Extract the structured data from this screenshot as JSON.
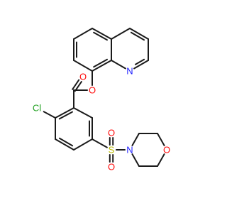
{
  "molecule": {
    "colors": {
      "bond": "#1a1a1a",
      "oxygen": "#ff0d0d",
      "nitrogen": "#2020ff",
      "sulfur": "#b8b800",
      "chlorine": "#1fa01f",
      "background": "#ffffff"
    },
    "atoms": [
      {
        "id": "q1",
        "element": "C",
        "label": ""
      },
      {
        "id": "q2",
        "element": "C",
        "label": ""
      },
      {
        "id": "q3",
        "element": "C",
        "label": ""
      },
      {
        "id": "q4",
        "element": "C",
        "label": ""
      },
      {
        "id": "q4a",
        "element": "C",
        "label": ""
      },
      {
        "id": "q5",
        "element": "C",
        "label": ""
      },
      {
        "id": "q6",
        "element": "C",
        "label": ""
      },
      {
        "id": "q7",
        "element": "C",
        "label": ""
      },
      {
        "id": "q8",
        "element": "C",
        "label": ""
      },
      {
        "id": "q8a",
        "element": "C",
        "label": ""
      },
      {
        "id": "qN",
        "element": "N",
        "label": "N"
      },
      {
        "id": "oEster",
        "element": "O",
        "label": "O"
      },
      {
        "id": "cCarb",
        "element": "C",
        "label": ""
      },
      {
        "id": "oCarb",
        "element": "O",
        "label": "O"
      },
      {
        "id": "b1",
        "element": "C",
        "label": ""
      },
      {
        "id": "b2",
        "element": "C",
        "label": ""
      },
      {
        "id": "b3",
        "element": "C",
        "label": ""
      },
      {
        "id": "b4",
        "element": "C",
        "label": ""
      },
      {
        "id": "b5",
        "element": "C",
        "label": ""
      },
      {
        "id": "b6",
        "element": "C",
        "label": ""
      },
      {
        "id": "cl",
        "element": "Cl",
        "label": "Cl"
      },
      {
        "id": "s",
        "element": "S",
        "label": "S"
      },
      {
        "id": "oS1",
        "element": "O",
        "label": "O"
      },
      {
        "id": "oS2",
        "element": "O",
        "label": "O"
      },
      {
        "id": "mN",
        "element": "N",
        "label": "N"
      },
      {
        "id": "m1",
        "element": "C",
        "label": ""
      },
      {
        "id": "m2",
        "element": "C",
        "label": ""
      },
      {
        "id": "mO",
        "element": "O",
        "label": "O"
      },
      {
        "id": "m3",
        "element": "C",
        "label": ""
      },
      {
        "id": "m4",
        "element": "C",
        "label": ""
      }
    ],
    "bonds": [
      {
        "a": "q1",
        "b": "q2",
        "order": 2
      },
      {
        "a": "q2",
        "b": "q3",
        "order": 1
      },
      {
        "a": "q3",
        "b": "q4",
        "order": 2
      },
      {
        "a": "q4",
        "b": "q4a",
        "order": 1
      },
      {
        "a": "q4a",
        "b": "q5",
        "order": 2
      },
      {
        "a": "q5",
        "b": "q6",
        "order": 1
      },
      {
        "a": "q6",
        "b": "q7",
        "order": 2
      },
      {
        "a": "q7",
        "b": "q8",
        "order": 1
      },
      {
        "a": "q8",
        "b": "q8a",
        "order": 2
      },
      {
        "a": "q8a",
        "b": "q4a",
        "order": 1
      },
      {
        "a": "q8a",
        "b": "qN",
        "order": 1
      },
      {
        "a": "qN",
        "b": "q1",
        "order": 2
      },
      {
        "a": "q8",
        "b": "oEster",
        "order": 1
      },
      {
        "a": "oEster",
        "b": "cCarb",
        "order": 1
      },
      {
        "a": "cCarb",
        "b": "oCarb",
        "order": 2
      },
      {
        "a": "cCarb",
        "b": "b1",
        "order": 1
      },
      {
        "a": "b1",
        "b": "b2",
        "order": 2
      },
      {
        "a": "b2",
        "b": "b3",
        "order": 1
      },
      {
        "a": "b3",
        "b": "b4",
        "order": 2
      },
      {
        "a": "b4",
        "b": "b5",
        "order": 1
      },
      {
        "a": "b5",
        "b": "b6",
        "order": 2
      },
      {
        "a": "b6",
        "b": "b1",
        "order": 1
      },
      {
        "a": "b2",
        "b": "cl",
        "order": 1
      },
      {
        "a": "b5",
        "b": "s",
        "order": 1
      },
      {
        "a": "s",
        "b": "oS1",
        "order": 2
      },
      {
        "a": "s",
        "b": "oS2",
        "order": 2
      },
      {
        "a": "s",
        "b": "mN",
        "order": 1
      },
      {
        "a": "mN",
        "b": "m1",
        "order": 1
      },
      {
        "a": "m1",
        "b": "m2",
        "order": 1
      },
      {
        "a": "m2",
        "b": "mO",
        "order": 1
      },
      {
        "a": "mO",
        "b": "m3",
        "order": 1
      },
      {
        "a": "m3",
        "b": "m4",
        "order": 1
      },
      {
        "a": "m4",
        "b": "mN",
        "order": 1
      }
    ]
  }
}
